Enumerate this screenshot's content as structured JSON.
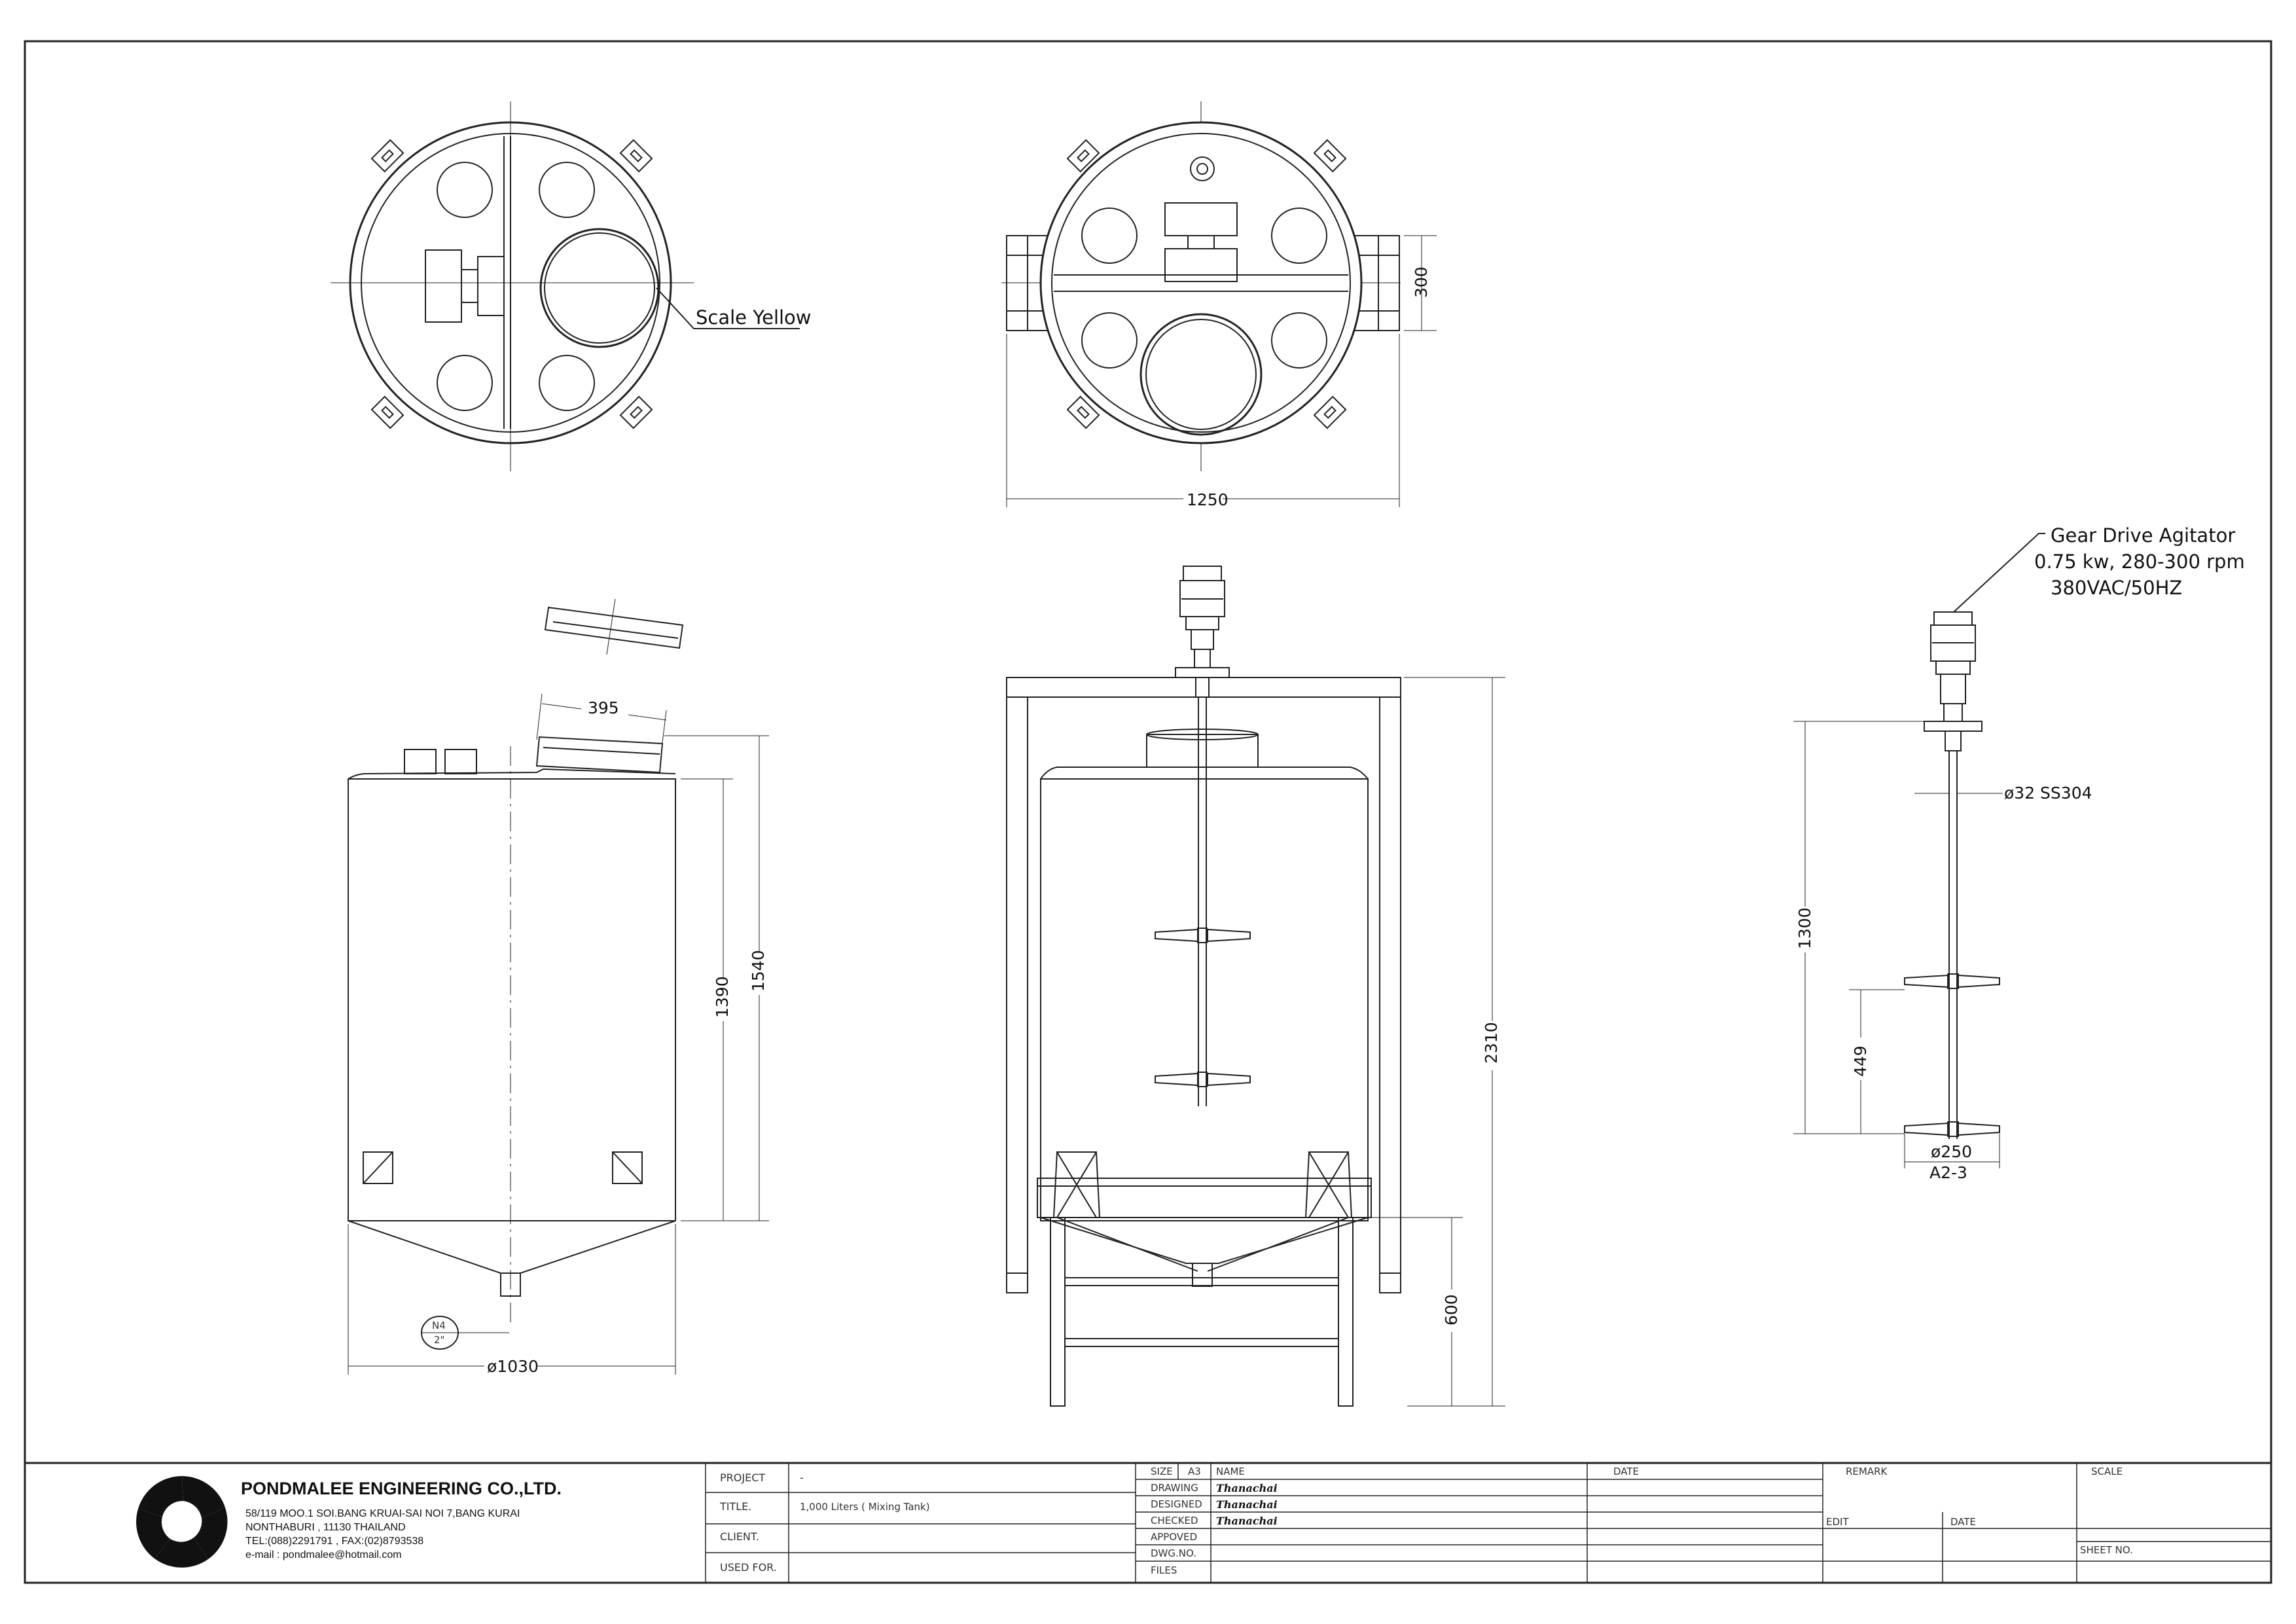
{
  "company": {
    "name": "PONDMALEE ENGINEERING CO.,LTD.",
    "address_lines": [
      "58/119 MOO.1  SOI.BANG KRUAI-SAI NOI 7,BANG KURAI",
      "NONTHABURI , 11130  THAILAND",
      "TEL:(088)2291791 , FAX:(02)8793538",
      "e-mail : pondmalee@hotmail.com"
    ]
  },
  "title_block": {
    "project_label": "PROJECT",
    "project_value": "-",
    "title_label": "TITLE.",
    "title_value": "1,000 Liters ( Mixing Tank)",
    "client_label": "CLIENT.",
    "used_for_label": "USED FOR.",
    "size_label": "SIZE",
    "size_value": "A3",
    "name_label": "NAME",
    "date_label": "DATE",
    "remark_label": "REMARK",
    "scale_label": "SCALE",
    "drawing_label": "DRAWING",
    "designed_label": "DESIGNED",
    "checked_label": "CHECKED",
    "approved_label": "APPOVED",
    "dwg_no_label": "DWG.NO.",
    "files_label": "FILES",
    "edit_label": "EDIT",
    "date2_label": "DATE",
    "sheet_no_label": "SHEET NO.",
    "drawing_name": "Thanachai",
    "designed_name": "Thanachai",
    "checked_name": "Thanachai"
  },
  "annotations": {
    "scale_yellow": "Scale Yellow",
    "agitator_line1": "Gear Drive Agitator",
    "agitator_line2": "0.75 kw, 280-300 rpm",
    "agitator_line3": "380VAC/50HZ",
    "shaft": "ø32 SS304",
    "impeller": "ø250",
    "impeller_code": "A2-3",
    "nozzle_tag": "N4",
    "nozzle_size": "2\""
  },
  "dimensions": {
    "frame_height": "300",
    "frame_width": "1250",
    "opening": "395",
    "tank_body": "1390",
    "tank_total": "1540",
    "tank_dia": "ø1030",
    "overall_height": "2310",
    "leg_height": "600",
    "shaft_length": "1300",
    "impeller_spacing": "449"
  }
}
